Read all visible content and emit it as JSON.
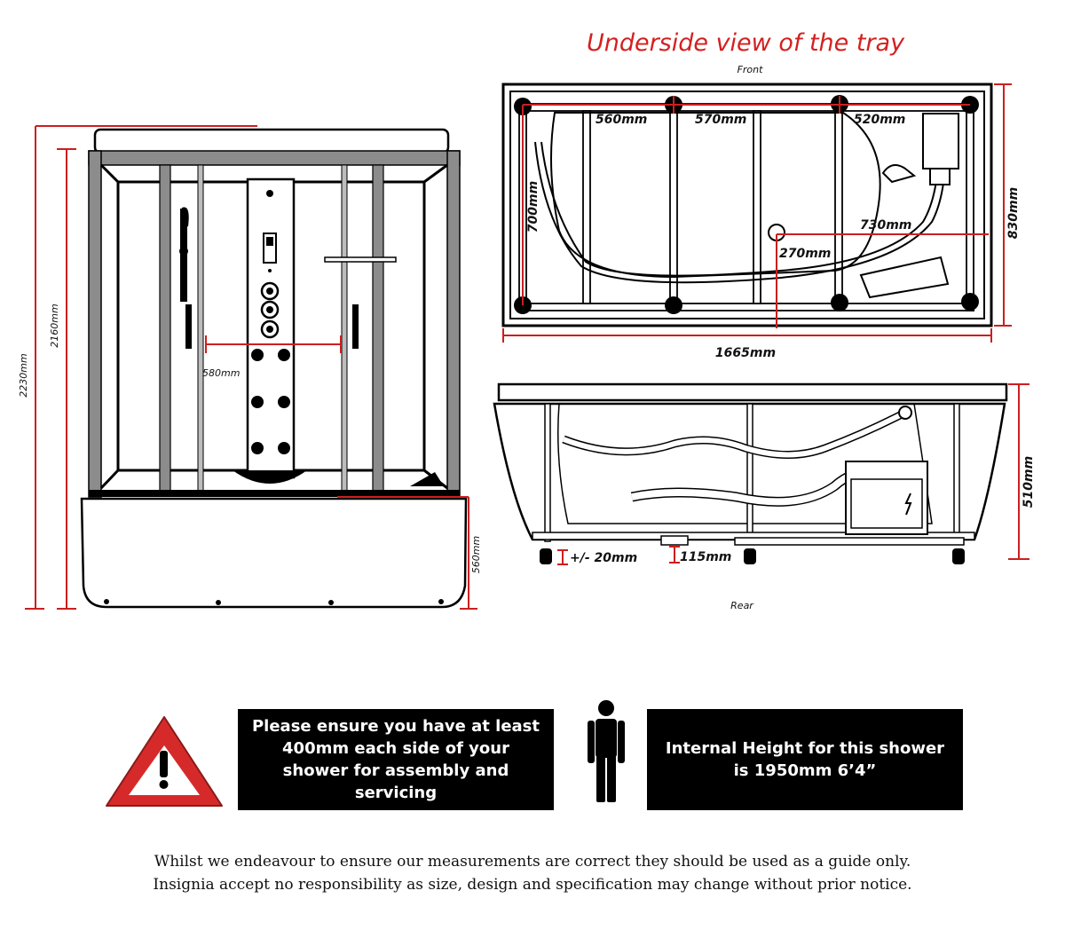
{
  "title": "Underside view of the tray",
  "labels": {
    "front": "Front",
    "rear": "Rear"
  },
  "front_view": {
    "height_total": "2230mm",
    "height_cabin": "2160mm",
    "door_width": "580mm",
    "tray_height": "560mm"
  },
  "tray_top_view": {
    "d1": "560mm",
    "d2": "570mm",
    "d3": "520mm",
    "depth_inner": "700mm",
    "depth_total": "830mm",
    "waste_x": "730mm",
    "waste_y": "270mm",
    "length": "1665mm"
  },
  "tray_side_view": {
    "height": "510mm",
    "feet_adjust": "+/- 20mm",
    "waste_clearance": "115mm"
  },
  "notices": {
    "assembly": "Please ensure you have at least 400mm each side of your shower for assembly and servicing",
    "internal_height": "Internal Height for this shower is 1950mm 6’4”"
  },
  "disclaimer": {
    "line1": "Whilst we endeavour to ensure our measurements are correct they should be used as a guide only.",
    "line2": "Insignia accept no responsibility as size, design and specification may change without prior notice."
  },
  "colors": {
    "dimension_red": "#cc1f1f",
    "title_red": "#d42020",
    "warning_red": "#d62a2a",
    "frame_grey": "#8c8c8c",
    "black": "#000000"
  }
}
